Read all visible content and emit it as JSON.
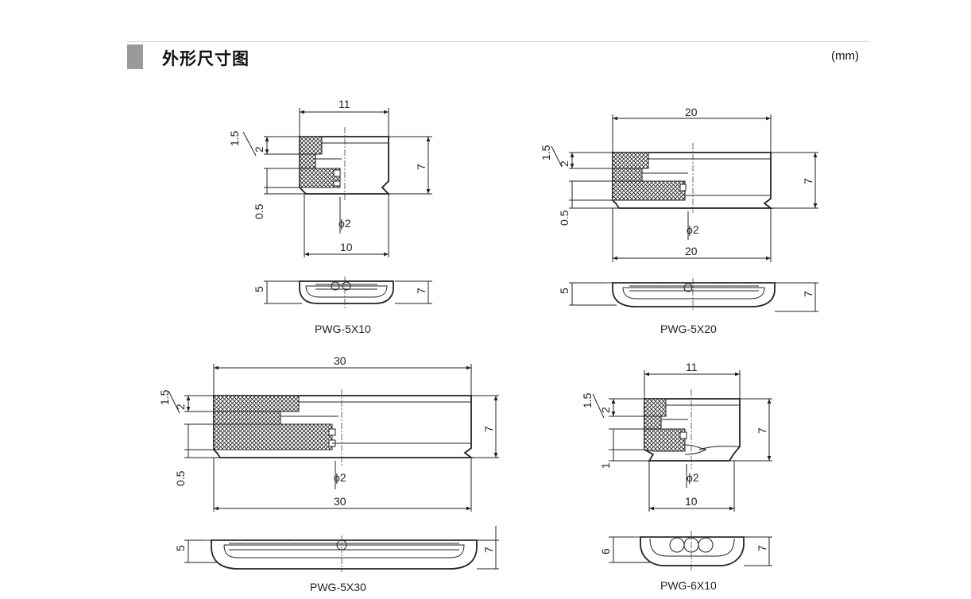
{
  "header": {
    "title": "外形尺寸图",
    "unit": "(mm)"
  },
  "icons": {
    "hatch": "cross-hatch-rubber-section"
  },
  "phi": "ϕ2",
  "models": [
    {
      "caption": "PWG-5X10",
      "side_dims": {
        "top_width": "11",
        "bottom_width": "10",
        "left_a": "1.5",
        "left_b": "2",
        "left_c": "0.5",
        "height": "7"
      },
      "end_dims": {
        "inner": "5",
        "outer": "7"
      }
    },
    {
      "caption": "PWG-5X20",
      "side_dims": {
        "top_width": "20",
        "bottom_width": "20",
        "left_a": "1.5",
        "left_b": "2",
        "left_c": "0.5",
        "height": "7"
      },
      "end_dims": {
        "inner": "5",
        "outer": "7"
      }
    },
    {
      "caption": "PWG-5X30",
      "side_dims": {
        "top_width": "30",
        "bottom_width": "30",
        "left_a": "1.5",
        "left_b": "2",
        "left_c": "0.5",
        "height": "7"
      },
      "end_dims": {
        "inner": "5",
        "outer": "7"
      }
    },
    {
      "caption": "PWG-6X10",
      "side_dims": {
        "top_width": "11",
        "bottom_width": "10",
        "left_a": "1.5",
        "left_b": "2",
        "left_c": "1",
        "height": "7"
      },
      "end_dims": {
        "inner": "6",
        "outer": "7"
      }
    }
  ]
}
